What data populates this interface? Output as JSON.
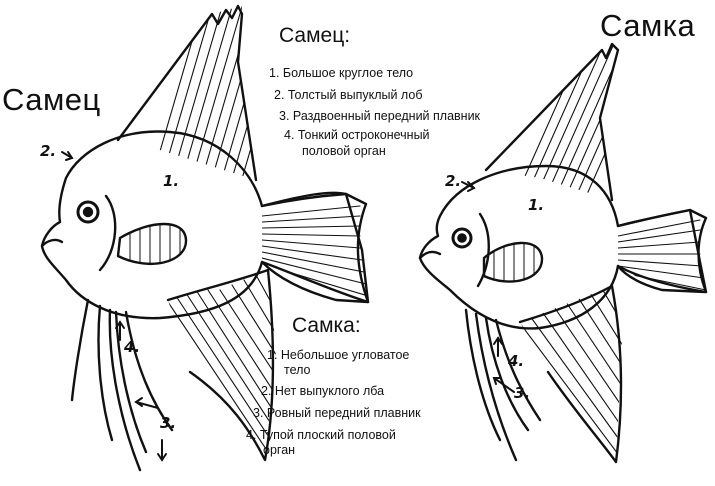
{
  "male": {
    "title": "Самец",
    "heading": "Самец:",
    "traits": [
      "1. Большое круглое тело",
      "2. Толстый выпуклый лоб",
      "3. Раздвоенный передний плавник",
      "4. Тонкий остроконечный",
      "половой орган"
    ],
    "markers": [
      "1.",
      "2."
    ]
  },
  "female": {
    "title": "Самка",
    "heading": "Самка:",
    "traits": [
      "1. Небольшое угловатое",
      "тело",
      "2. Нет выпуклого лба",
      "3. Ровный передний плавник",
      "4. Тупой плоский половой",
      "орган"
    ],
    "markers": [
      "1.",
      "2.",
      "3.",
      "4."
    ]
  },
  "male_extra_markers": [
    "3.",
    "4."
  ]
}
